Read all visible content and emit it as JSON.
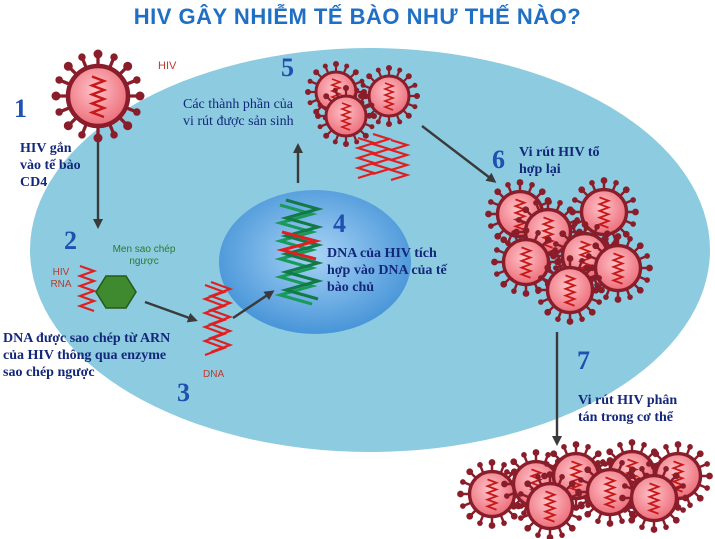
{
  "title": "HIV GÂY NHIỄM TẾ BÀO NHƯ THẾ NÀO?",
  "colors": {
    "title": "#1f6fc4",
    "step_number": "#2050b0",
    "label_text": "#14287a",
    "cell": "#8ccbe0",
    "nucleus": "#3f8fd6",
    "virus_body": "#f07a84",
    "virus_ring": "#8a1d2a",
    "rna": "#e02020",
    "host_dna": "#1a9a5a",
    "enzyme": "#3f8a2e"
  },
  "steps": [
    {
      "number": "1",
      "text": "HIV gắn vào tế bào CD4"
    },
    {
      "number": "2",
      "text": "DNA được sao chép từ ARN của HIV thông qua enzyme sao chép ngược"
    },
    {
      "number": "3",
      "text": ""
    },
    {
      "number": "4",
      "text": "DNA của HIV tích hợp vào DNA của tế bào chủ"
    },
    {
      "number": "5",
      "text": "Các thành phần của vi rút được sản sinh"
    },
    {
      "number": "6",
      "text": "Vi rút HIV tổ hợp lại"
    },
    {
      "number": "7",
      "text": "Vi rút HIV phân tán trong cơ thể"
    }
  ],
  "labels": {
    "hiv": "HIV",
    "hiv_rna": "HIV RNA",
    "enzyme": "Men sao chép ngược",
    "dna": "DNA"
  }
}
